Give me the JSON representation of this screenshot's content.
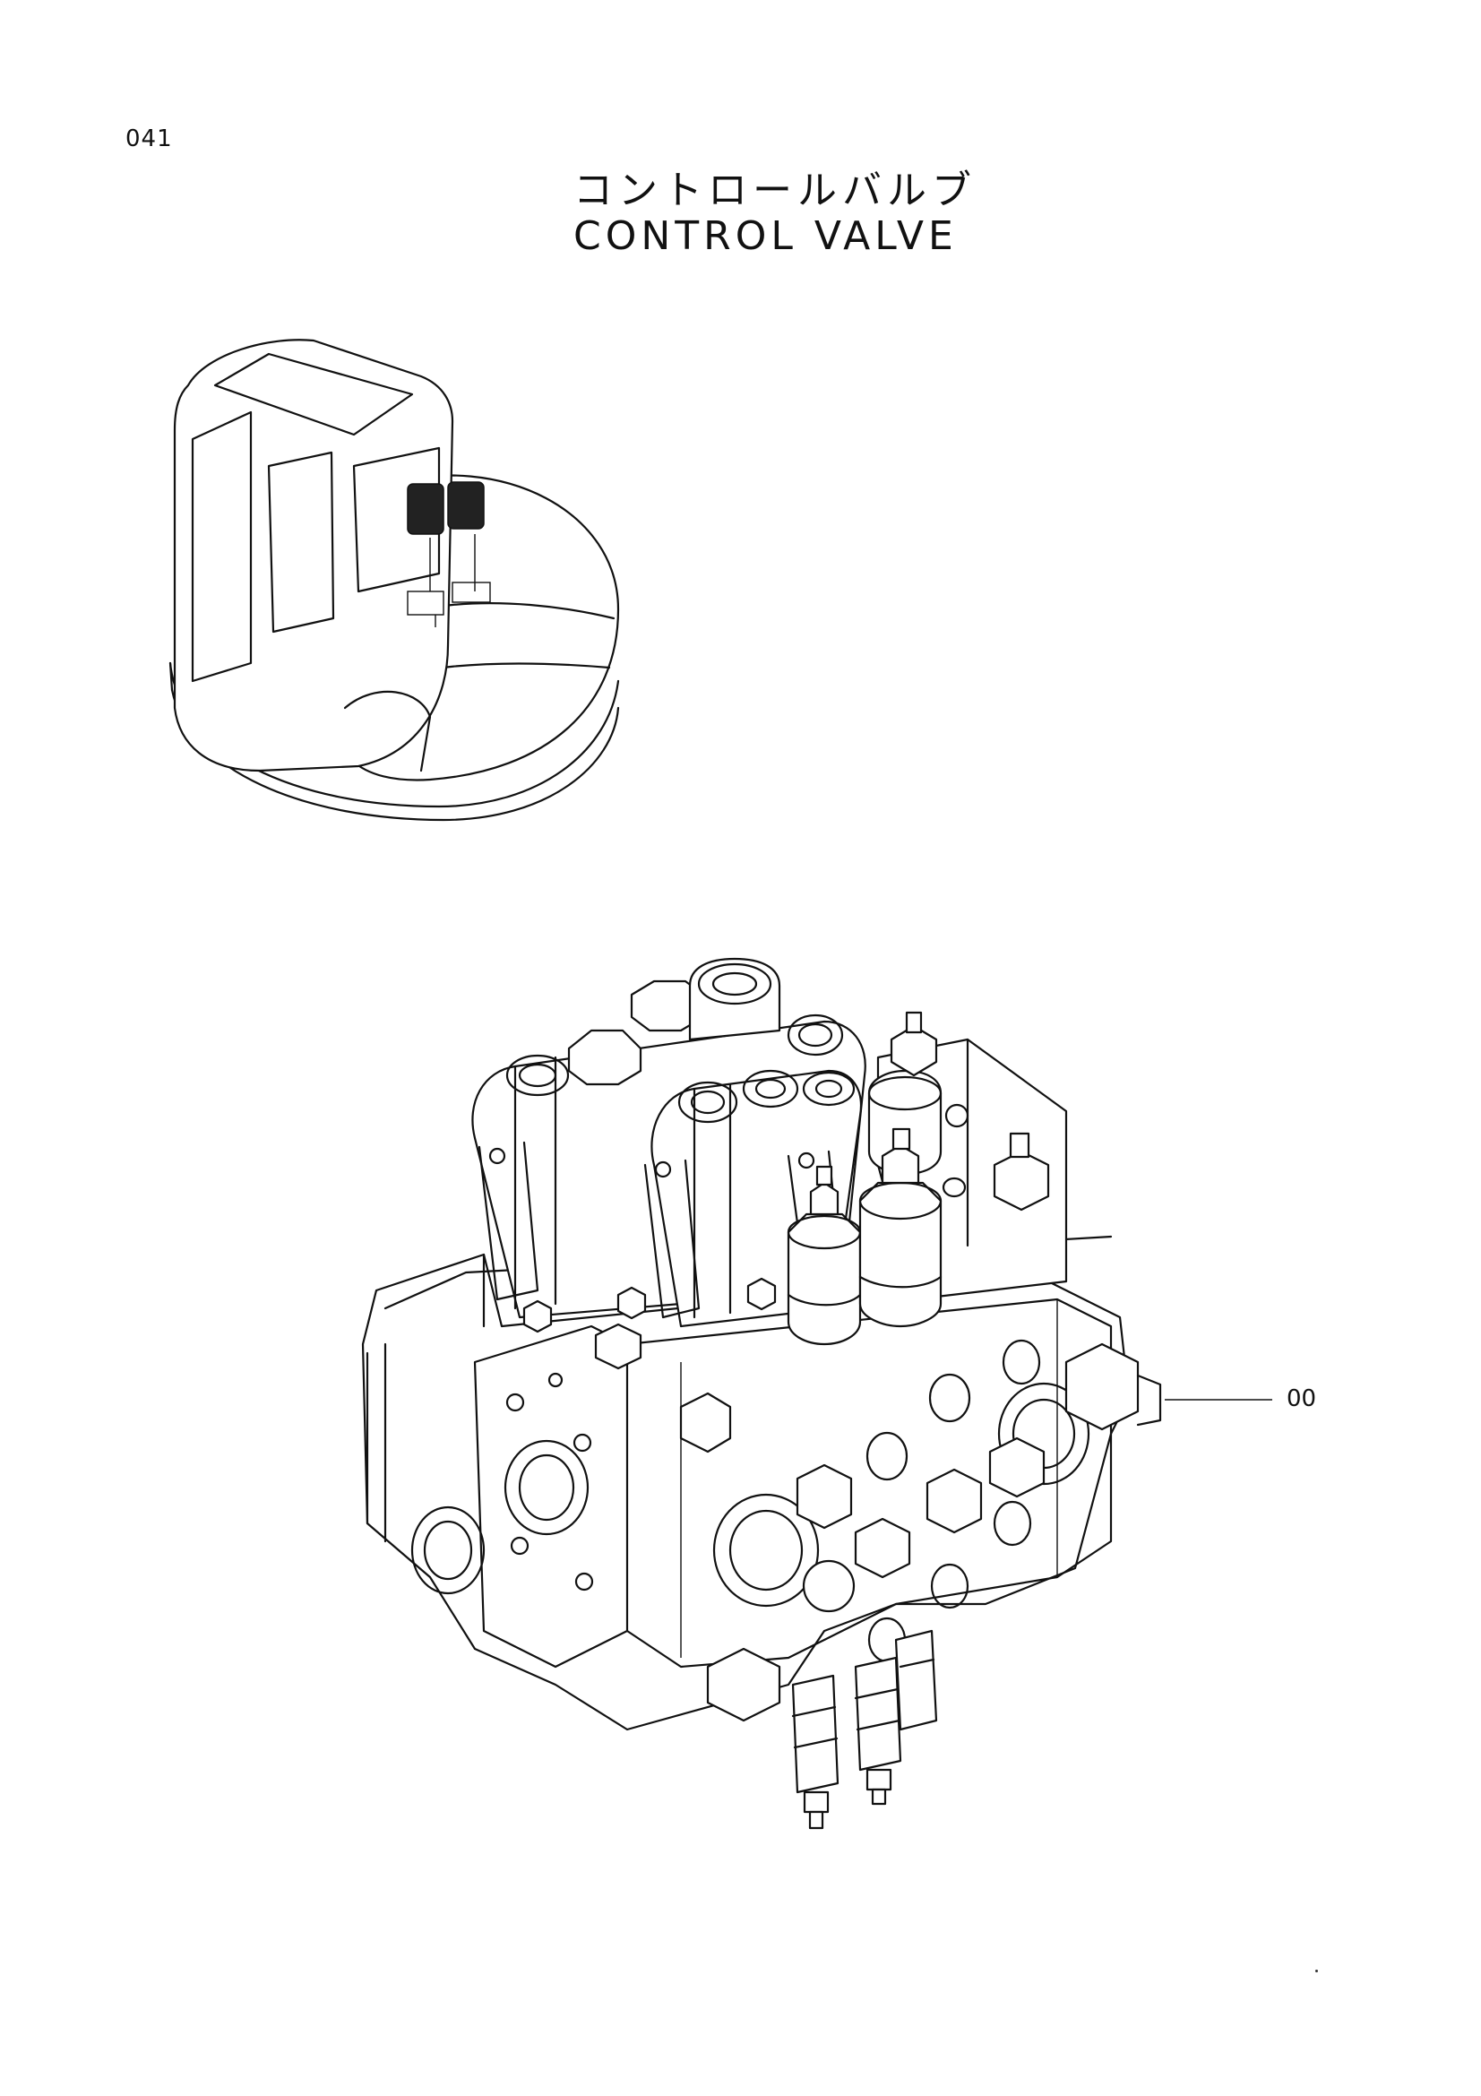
{
  "page": {
    "number": "041",
    "title_japanese": "コントロールバルブ",
    "title_english": "CONTROL VALVE"
  },
  "callouts": [
    {
      "label": "00"
    }
  ],
  "illustrations": [
    {
      "name": "excavator-overview-icon"
    },
    {
      "name": "control-valve-assembly-icon"
    }
  ]
}
